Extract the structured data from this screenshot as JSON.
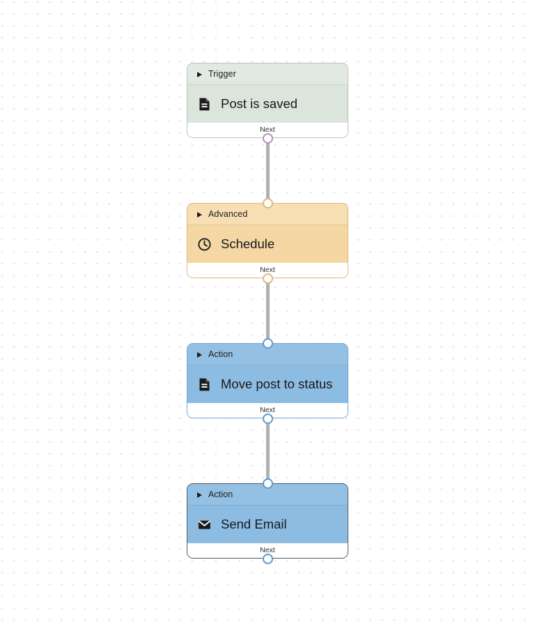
{
  "canvas": {
    "background_color": "#ffffff",
    "dot_color": "#e0dde0",
    "connector_color": "#b0b0b0"
  },
  "workflow": {
    "nodes": [
      {
        "id": "trigger-post-is-saved",
        "type_label": "Trigger",
        "title": "Post is saved",
        "footer_label": "Next",
        "icon": "document-icon",
        "category": "trigger",
        "header_color": "#e2e9e2",
        "body_color": "#dce5dc",
        "border_color": "#b9c2b9",
        "port_color": "#b98cc2",
        "collapsed": true,
        "selected": false
      },
      {
        "id": "advanced-schedule",
        "type_label": "Advanced",
        "title": "Schedule",
        "footer_label": "Next",
        "icon": "clock-icon",
        "category": "advanced",
        "header_color": "#f7dfb3",
        "body_color": "#f4d7a3",
        "border_color": "#e0b87a",
        "port_color": "#e0b87a",
        "collapsed": true,
        "selected": false
      },
      {
        "id": "action-move-post-to-status",
        "type_label": "Action",
        "title": "Move post to status",
        "footer_label": "Next",
        "icon": "document-icon",
        "category": "action",
        "header_color": "#93c0e3",
        "body_color": "#8dbce2",
        "border_color": "#74a5cf",
        "port_color": "#5b9ad0",
        "collapsed": true,
        "selected": false
      },
      {
        "id": "action-send-email",
        "type_label": "Action",
        "title": "Send Email",
        "footer_label": "Next",
        "icon": "envelope-icon",
        "category": "action",
        "header_color": "#93c0e3",
        "body_color": "#8dbce2",
        "border_color": "#4f5b63",
        "port_color": "#5b9ad0",
        "collapsed": true,
        "selected": true
      }
    ],
    "connections": [
      {
        "from": "trigger-post-is-saved",
        "to": "advanced-schedule"
      },
      {
        "from": "advanced-schedule",
        "to": "action-move-post-to-status"
      },
      {
        "from": "action-move-post-to-status",
        "to": "action-send-email"
      }
    ]
  }
}
